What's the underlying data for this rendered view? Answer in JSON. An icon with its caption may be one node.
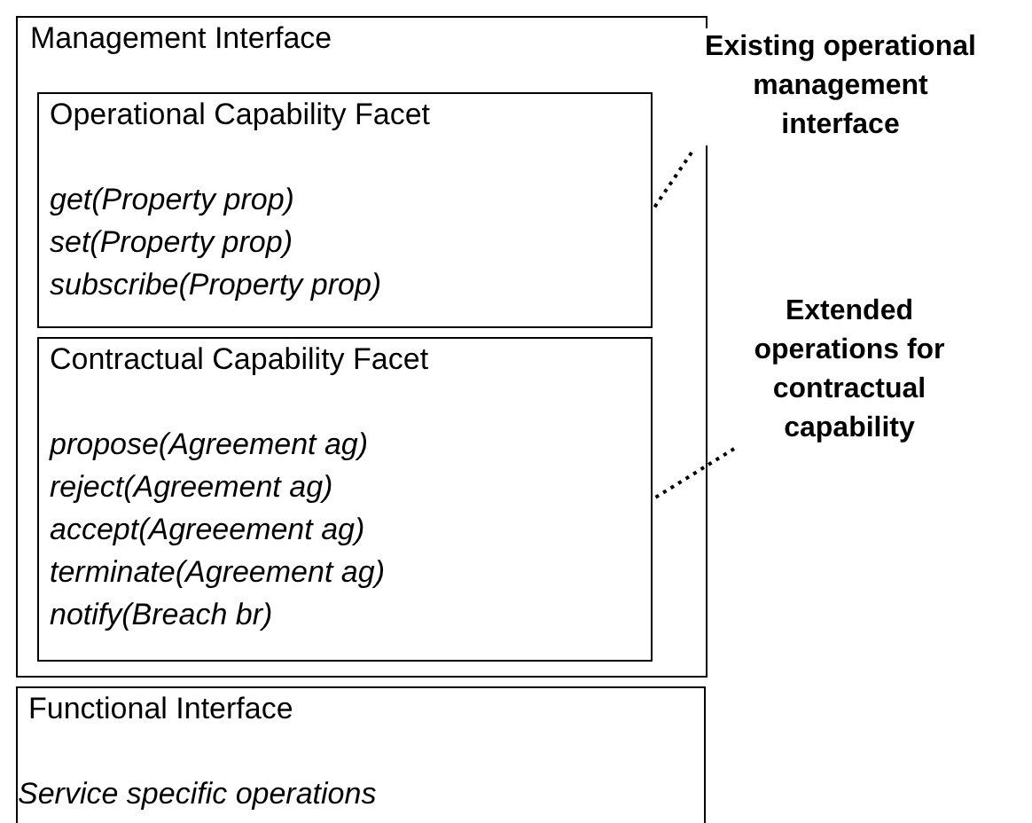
{
  "diagram": {
    "nodes": [
      {
        "text": [
          "Management Interface"
        ]
      },
      {
        "text": [
          "Operational Capability Facet",
          "get(Property prop)",
          "set(Property prop)",
          "subscribe(Property prop)"
        ],
        "in": 0
      },
      {
        "text": [
          "Contractual Capability Facet",
          "propose(Agreement ag)",
          "reject(Agreement ag)",
          "accept(Agreeement ag)",
          "terminate(Agreement ag)",
          "notify(Breach br)"
        ],
        "in": 0
      },
      {
        "text": [
          "Functional Interface",
          "Service specific operations"
        ]
      },
      {
        "text": [
          "Existing operational management interface"
        ]
      },
      {
        "text": [
          "Extended operations for contractual capability"
        ]
      }
    ],
    "edges": [
      {
        "from": 4,
        "to": 1,
        "arrow": "none",
        "style": "dashed"
      },
      {
        "from": 5,
        "to": 2,
        "arrow": "none",
        "style": "dashed"
      }
    ]
  }
}
